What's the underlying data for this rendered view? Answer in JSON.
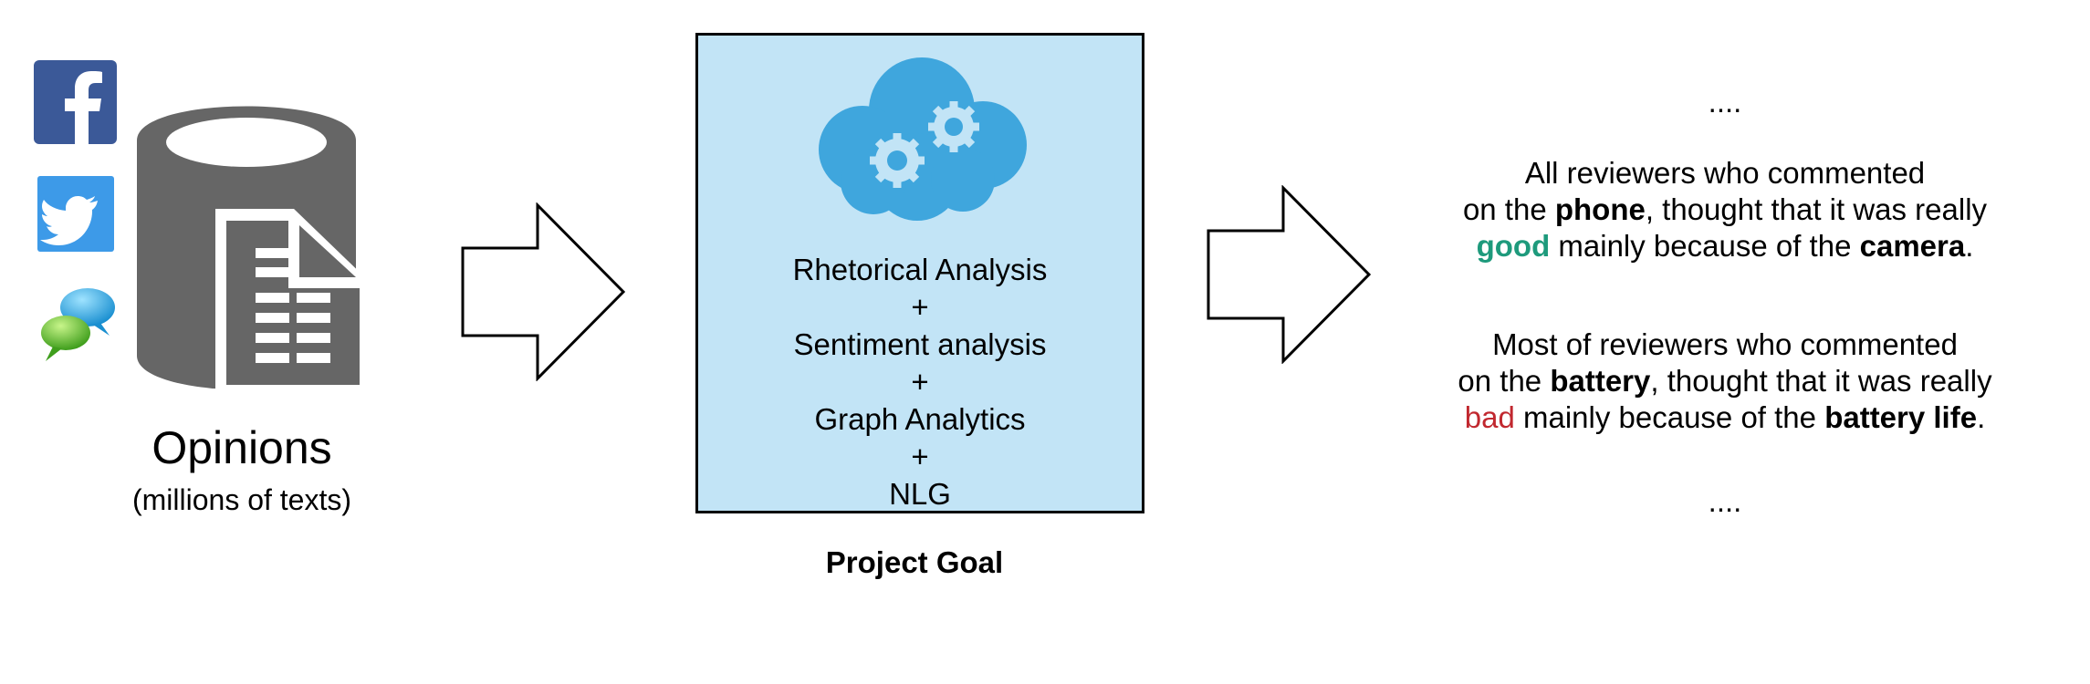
{
  "sources": {
    "icons": [
      "facebook-icon",
      "twitter-icon",
      "chat-bubbles-icon",
      "database-document-icon"
    ],
    "title": "Opinions",
    "subtitle": "(millions of texts)"
  },
  "process": {
    "icon": "cloud-gears-icon",
    "steps": [
      "Rhetorical Analysis",
      "+",
      "Sentiment analysis",
      "+",
      "Graph Analytics",
      "+",
      "NLG"
    ],
    "caption": "Project Goal",
    "box_color": "#c2e4f6"
  },
  "output": {
    "ellipsis_top": "....",
    "summary1": {
      "line1": "All reviewers who commented",
      "line2_a": "on the ",
      "line2_b": "phone",
      "line2_c": ", thought that it was really",
      "line3_a": "good",
      "line3_b": " mainly because of the ",
      "line3_c": "camera",
      "line3_d": "."
    },
    "summary2": {
      "line1": "Most of reviewers who commented",
      "line2_a": "on the ",
      "line2_b": "battery",
      "line2_c": ", thought that it was really",
      "line3_a": "bad",
      "line3_b": " mainly because of the ",
      "line3_c": "battery life",
      "line3_d": "."
    },
    "ellipsis_bottom": "....",
    "good_color": "#1e9a7c",
    "bad_color": "#c1282f"
  }
}
